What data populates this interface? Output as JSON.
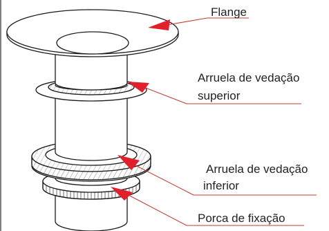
{
  "labels": {
    "flange": "Flange",
    "upper_seal_washer": [
      "Arruela de vedação",
      "superior"
    ],
    "lower_seal_washer": [
      "Arruela de vedação",
      "inferior"
    ],
    "nut": "Porca de fixação"
  },
  "colors": {
    "line": "#1a1a1a",
    "arrow": "#e0202a",
    "leader": "#c0392b",
    "text": "#222222",
    "frame": "#555555"
  },
  "icons": [
    "frame-border",
    "arrow-pointer"
  ]
}
